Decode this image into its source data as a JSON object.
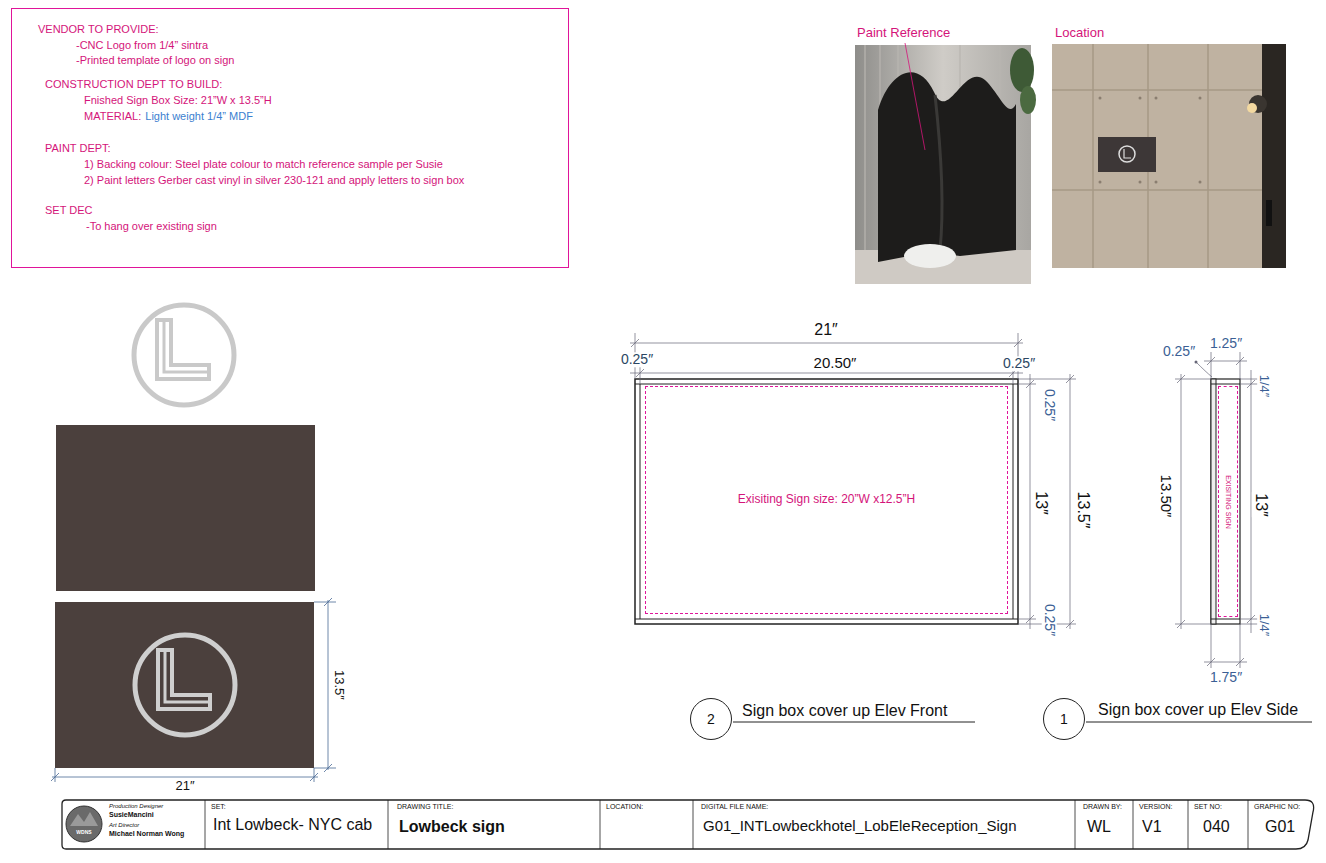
{
  "diagram": {
    "nodes": [
      {
        "text": [
          "VENDOR TO PROVIDE:",
          "-CNC Logo from 1/4” sintra",
          "-Printed template of logo on sign",
          "CONSTRUCTION DEPT TO BUILD:",
          "Fnished Sign Box Size: 21”W x 13.5”H",
          "MATERIAL:",
          "Light weight 1/4” MDF",
          "PAINT DEPT:",
          "1) Backing colour: Steel plate colour to match reference sample per Susie",
          "2) Paint letters Gerber cast vinyl in silver 230-121 and apply letters to sign box",
          "SET DEC",
          "-To hang over existing sign"
        ]
      },
      {
        "text": [
          "Paint Reference"
        ]
      },
      {
        "text": [
          "Location"
        ]
      },
      {
        "text": [
          "Exisiting Sign size: 20”W x12.5”H"
        ]
      },
      {
        "text": [
          "EXISITING SIGN"
        ]
      },
      {
        "text": [
          "2"
        ]
      },
      {
        "text": [
          "1"
        ]
      }
    ],
    "labels": [
      "21″",
      "0.25″",
      "20.50″",
      "0.25″",
      "0.25″",
      "13″",
      "13.5″",
      "0.25″",
      "0.25″",
      "1.25″",
      "1/4″",
      "13.50″",
      "13″",
      "1/4″",
      "1.75″",
      "Sign box cover up Elev Front",
      "Sign box cover up Elev Side",
      "13.5″",
      "21″",
      "Production Designer",
      "SusieMancini",
      "Art Director",
      "Michael Norman Wong",
      "WDNS",
      "SET:",
      "Int Lowbeck- NYC cab",
      "DRAWING TITLE:",
      "Lowbeck sign",
      "LOCATION:",
      "DIGITAL FILE NAME:",
      "G01_INTLowbeckhotel_LobEleReception_Sign",
      "DRAWN BY:",
      "WL",
      "VERSION:",
      "V1",
      "SET NO:",
      "040",
      "GRAPHIC NO:",
      "G01"
    ]
  }
}
